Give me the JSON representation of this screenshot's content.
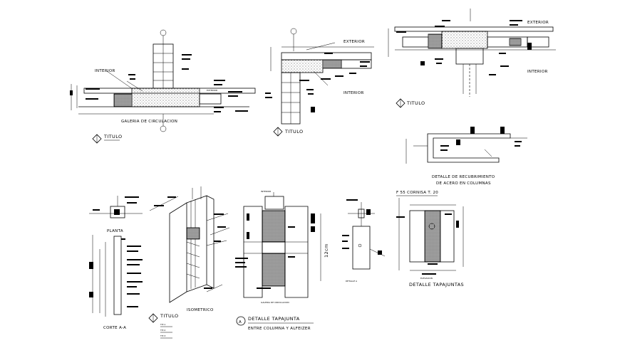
{
  "detail_1": {
    "interior": "INTERIOR",
    "exterior": "EXTERIOR",
    "circulation": "GALERIA DE CIRCULACION",
    "title": "TITULO"
  },
  "detail_2": {
    "exterior": "EXTERIOR",
    "interior": "INTERIOR",
    "title": "TITULO"
  },
  "detail_3": {
    "exterior": "EXTERIOR",
    "interior": "INTERIOR",
    "title": "TITULO"
  },
  "coating_detail": {
    "line1": "DETALLE DE RECUBRIMIENTO",
    "line2": "DE ACERO EN COLUMNAS"
  },
  "plan_section": {
    "plan": "PLANTA",
    "cut": "CORTE A-A",
    "title": "TITULO",
    "refs": [
      "TIT-1",
      "TIT-2",
      "TIT-3"
    ]
  },
  "isometric": {
    "label": "ISOMETRICO"
  },
  "tapajunta": {
    "interior": "INTERIOR",
    "dimension": "12cm",
    "circulation": "GALERIA DE CIRCULACION",
    "marker": "A",
    "title": "DETALLE TAPAJUNTA",
    "subtitle": "ENTRE COLUMNA Y ALFEIZER"
  },
  "small_detail": {
    "label": "DETALLE A"
  },
  "elevation": {
    "top_label": "F 55 CORNISA T. 20",
    "elevation": "ELEVACION",
    "title": "DETALLE TAPAJUNTAS"
  }
}
